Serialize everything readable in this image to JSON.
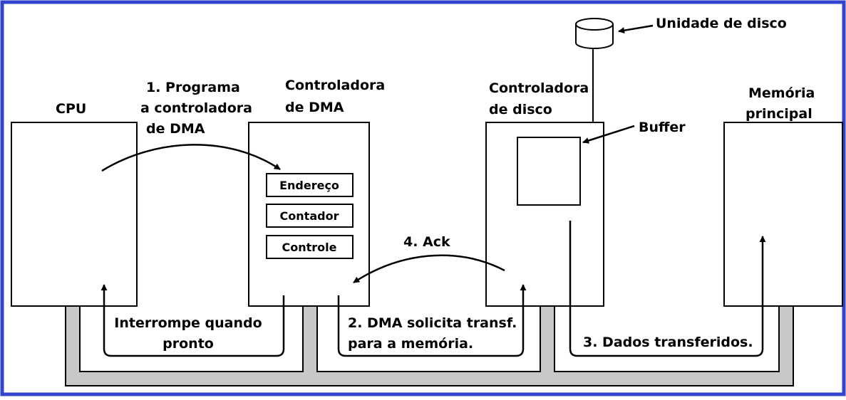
{
  "colors": {
    "frame": "#3344cc",
    "bus_fill": "#c8c8c8",
    "stroke": "#000000",
    "background": "#ffffff"
  },
  "labels": {
    "cpu": "CPU",
    "dma_title_1": "Controladora",
    "dma_title_2": "de DMA",
    "disk_ctrl_title_1": "Controladora",
    "disk_ctrl_title_2": "de disco",
    "memory_title_1": "Memória",
    "memory_title_2": "principal",
    "disk_unit": "Unidade de disco",
    "buffer": "Buffer"
  },
  "registers": [
    "Endereço",
    "Contador",
    "Controle"
  ],
  "steps": {
    "step1_line1": "1. Programa",
    "step1_line2": "a controladora",
    "step1_line3": "de DMA",
    "step2_line1": "2. DMA solicita transf.",
    "step2_line2": "para a memória.",
    "step3": "3. Dados transferidos.",
    "step4": "4. Ack",
    "interrupt_line1": "Interrompe quando",
    "interrupt_line2": "pronto"
  }
}
